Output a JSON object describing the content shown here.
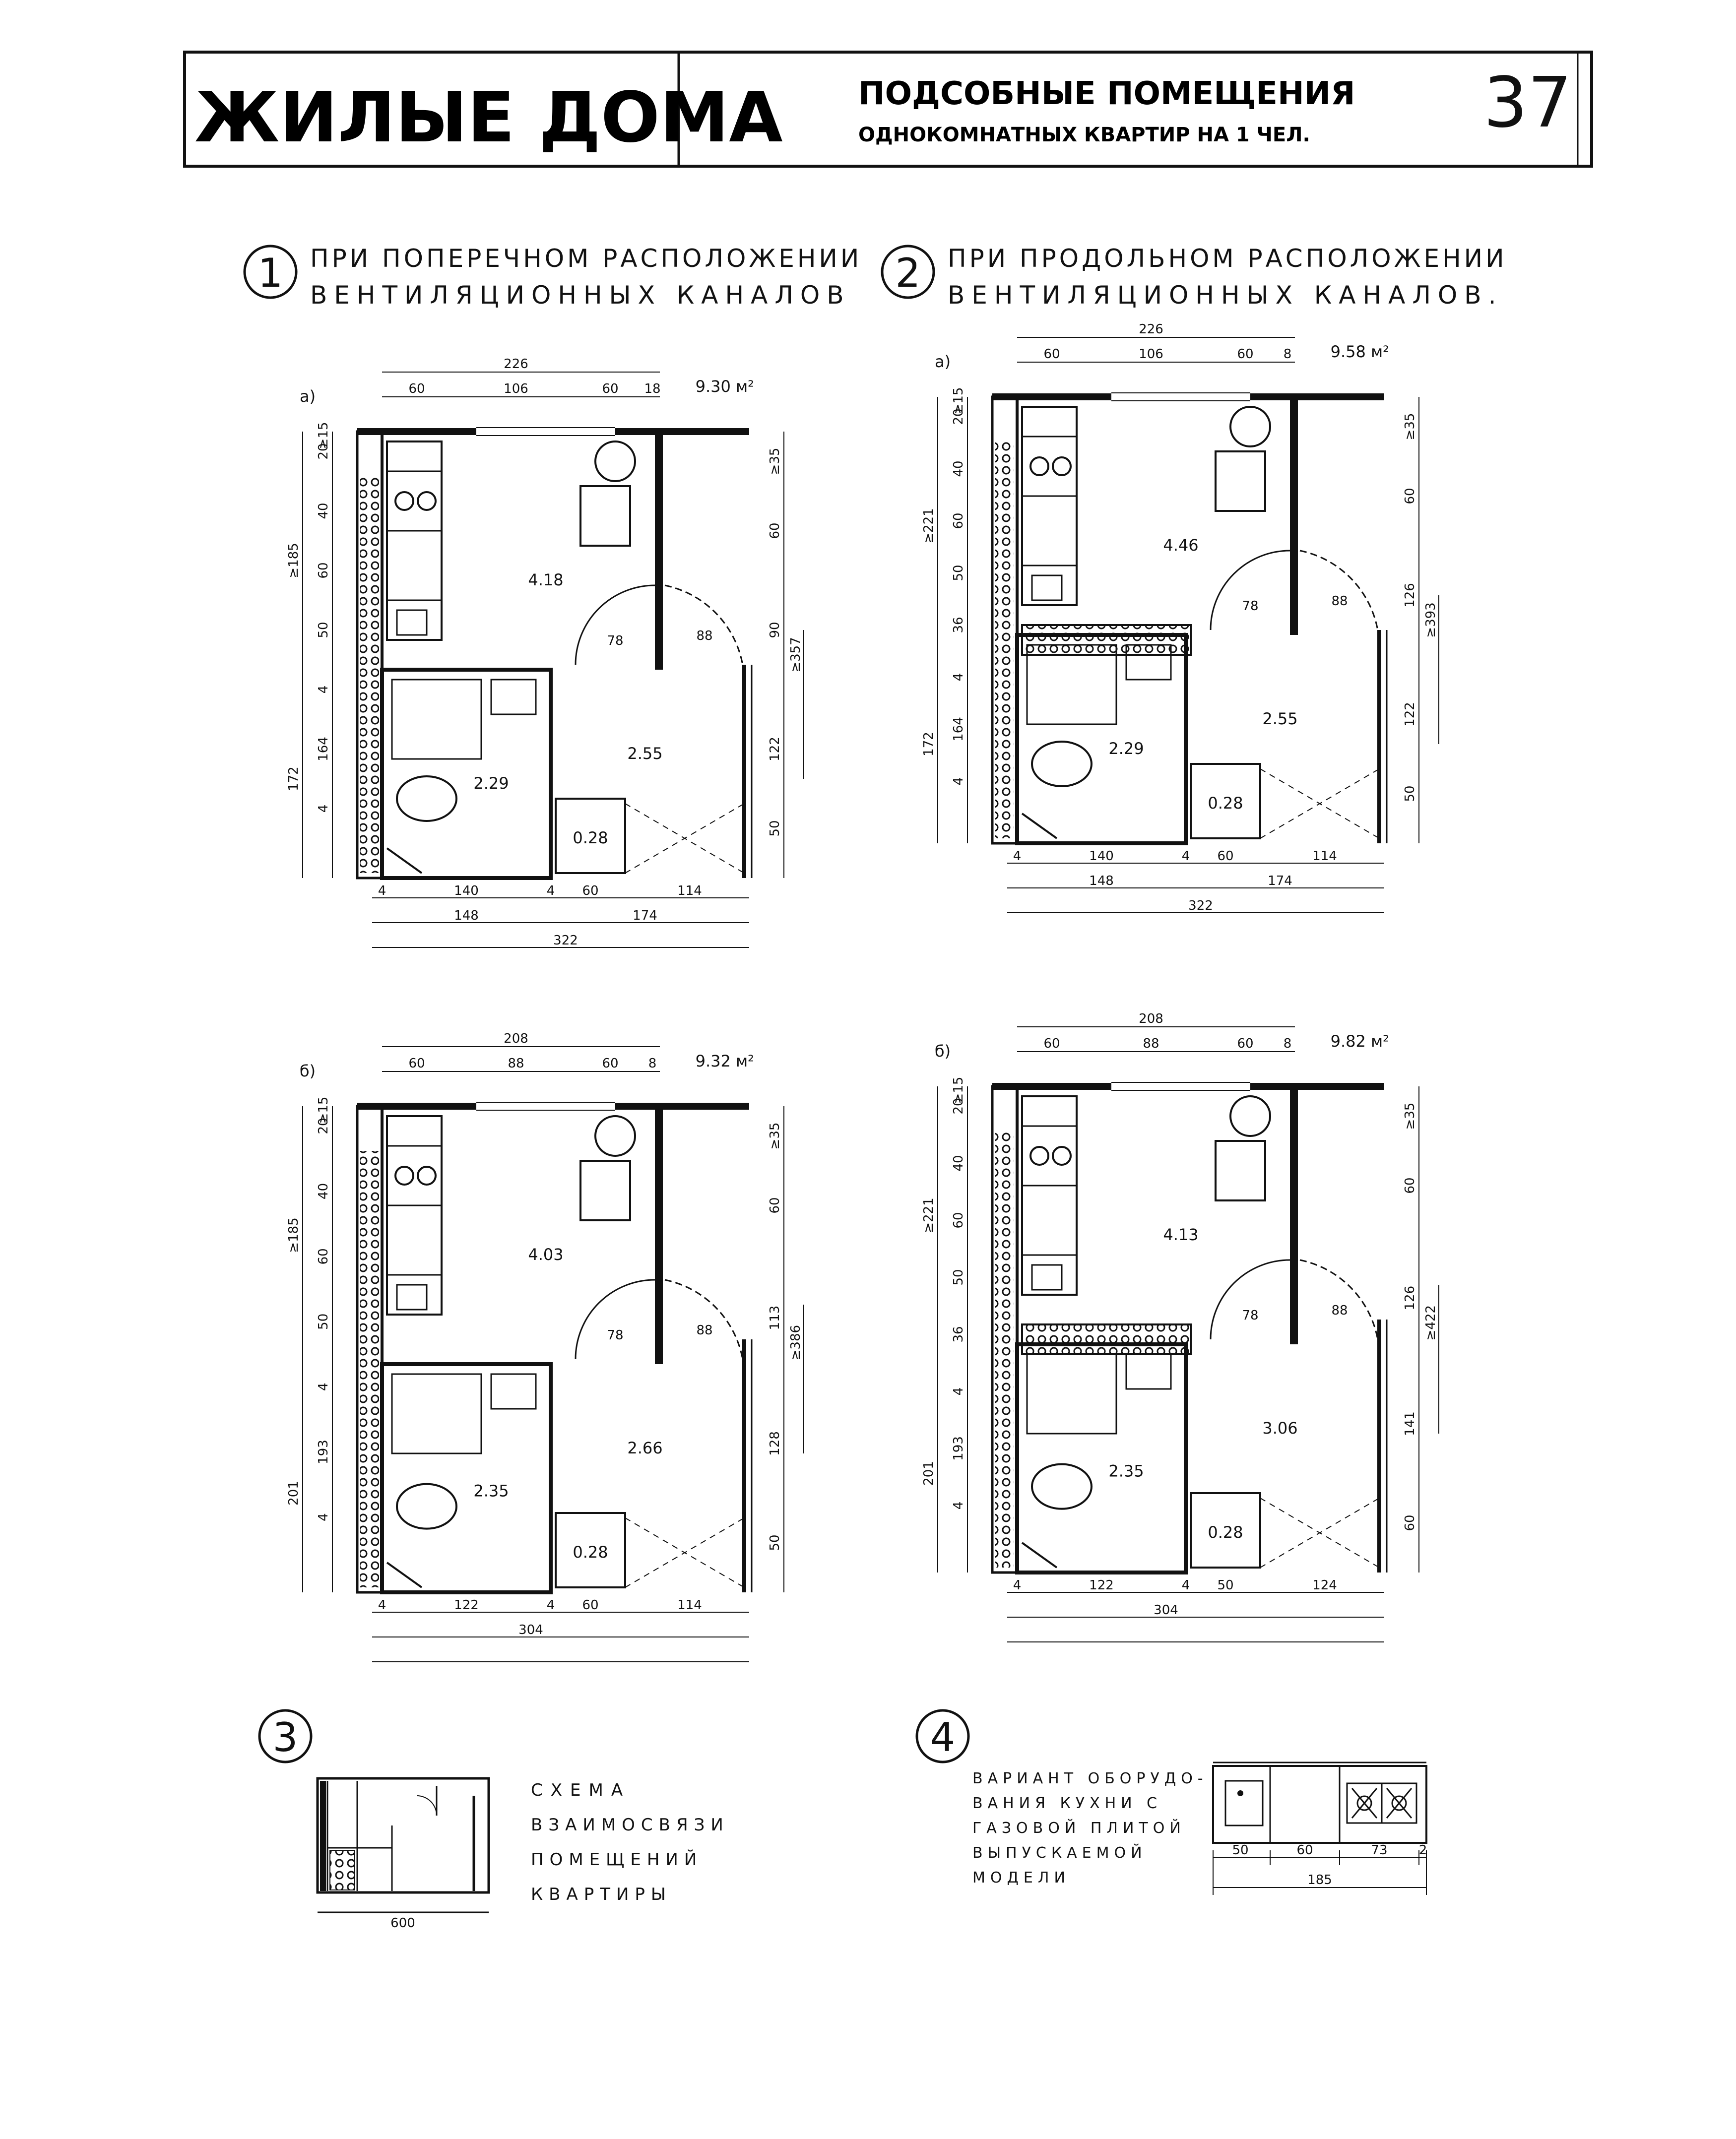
{
  "header": {
    "book_title": "ЖИЛЫЕ ДОМА",
    "section_line1": "ПОДСОБНЫЕ ПОМЕЩЕНИЯ",
    "section_line2": "ОДНОКОМНАТНЫХ КВАРТИР НА 1 ЧЕЛ.",
    "page_number": "37"
  },
  "sections": [
    {
      "number": "1",
      "line1": "ПРИ ПОПЕРЕЧНОМ РАСПОЛОЖЕНИИ",
      "line2": "ВЕНТИЛЯЦИОННЫХ КАНАЛОВ"
    },
    {
      "number": "2",
      "line1": "ПРИ ПРОДОЛЬНОМ РАСПОЛОЖЕНИИ",
      "line2": "ВЕНТИЛЯЦИОННЫХ КАНАЛОВ."
    }
  ],
  "plans": [
    {
      "variant": "a)",
      "total_area": "9.30 м²",
      "areas": {
        "kitchen": "4.18",
        "bath": "2.29",
        "hall": "2.55",
        "closet": "0.28"
      },
      "top_dims": [
        "60",
        "106",
        "60",
        "18"
      ],
      "top_total": "226",
      "left_dims": [
        "20",
        "40",
        "60",
        "50",
        "4",
        "164",
        "4"
      ],
      "left_outer": [
        "≥185",
        "172"
      ],
      "top_small": "≥15",
      "right_dims": [
        "≥35",
        "60",
        "90",
        "122",
        "50"
      ],
      "right_outer": "≥357",
      "door_dims": [
        "78",
        "88"
      ],
      "bottom_dims": [
        "4",
        "140",
        "4",
        "60",
        "114"
      ],
      "bottom_mid": [
        "148",
        "174"
      ],
      "bottom_total": "322"
    },
    {
      "variant": "a)",
      "total_area": "9.58 м²",
      "areas": {
        "kitchen": "4.46",
        "bath": "2.29",
        "hall": "2.55",
        "closet": "0.28"
      },
      "top_dims": [
        "60",
        "106",
        "60",
        "8"
      ],
      "top_total": "226",
      "left_dims": [
        "20",
        "40",
        "60",
        "50",
        "36",
        "4",
        "164",
        "4"
      ],
      "left_outer": [
        "≥221",
        "172"
      ],
      "top_small": "≥15",
      "right_dims": [
        "≥35",
        "60",
        "126",
        "122",
        "50"
      ],
      "right_outer": "≥393",
      "door_dims": [
        "78",
        "88"
      ],
      "bottom_dims": [
        "4",
        "140",
        "4",
        "60",
        "114"
      ],
      "bottom_mid": [
        "148",
        "174"
      ],
      "bottom_total": "322"
    },
    {
      "variant": "б)",
      "total_area": "9.32 м²",
      "areas": {
        "kitchen": "4.03",
        "bath": "2.35",
        "hall": "2.66",
        "closet": "0.28"
      },
      "top_dims": [
        "60",
        "88",
        "60",
        "8"
      ],
      "top_total": "208",
      "left_dims": [
        "20",
        "40",
        "60",
        "50",
        "4",
        "193",
        "4"
      ],
      "left_outer": [
        "≥185",
        "201"
      ],
      "top_small": "≥15",
      "right_dims": [
        "≥35",
        "60",
        "113",
        "128",
        "50"
      ],
      "right_outer": "≥386",
      "door_dims": [
        "78",
        "88"
      ],
      "bottom_dims": [
        "4",
        "122",
        "4",
        "60",
        "114"
      ],
      "bottom_mid": [],
      "bottom_total": "304"
    },
    {
      "variant": "б)",
      "total_area": "9.82 м²",
      "areas": {
        "kitchen": "4.13",
        "bath": "2.35",
        "hall": "3.06",
        "closet": "0.28"
      },
      "top_dims": [
        "60",
        "88",
        "60",
        "8"
      ],
      "top_total": "208",
      "left_dims": [
        "20",
        "40",
        "60",
        "50",
        "36",
        "4",
        "193",
        "4"
      ],
      "left_outer": [
        "≥221",
        "201"
      ],
      "top_small": "≥15",
      "right_dims": [
        "≥35",
        "60",
        "126",
        "141",
        "60"
      ],
      "right_outer": "≥422",
      "door_dims": [
        "78",
        "88"
      ],
      "bottom_dims": [
        "4",
        "122",
        "4",
        "50",
        "124"
      ],
      "bottom_mid": [],
      "bottom_total": "304"
    }
  ],
  "scheme": {
    "number": "3",
    "caption": [
      "СХЕМА",
      "ВЗАИМОСВЯЗИ",
      "ПОМЕЩЕНИЙ",
      "КВАРТИРЫ"
    ],
    "dim": "600"
  },
  "kitchen_variant": {
    "number": "4",
    "caption": [
      "ВАРИАНТ ОБОРУДО-",
      "ВАНИЯ КУХНИ С",
      "ГАЗОВОЙ ПЛИТОЙ",
      "ВЫПУСКАЕМОЙ",
      "МОДЕЛИ"
    ],
    "dims": [
      "50",
      "60",
      "73",
      "2"
    ],
    "total": "185"
  }
}
